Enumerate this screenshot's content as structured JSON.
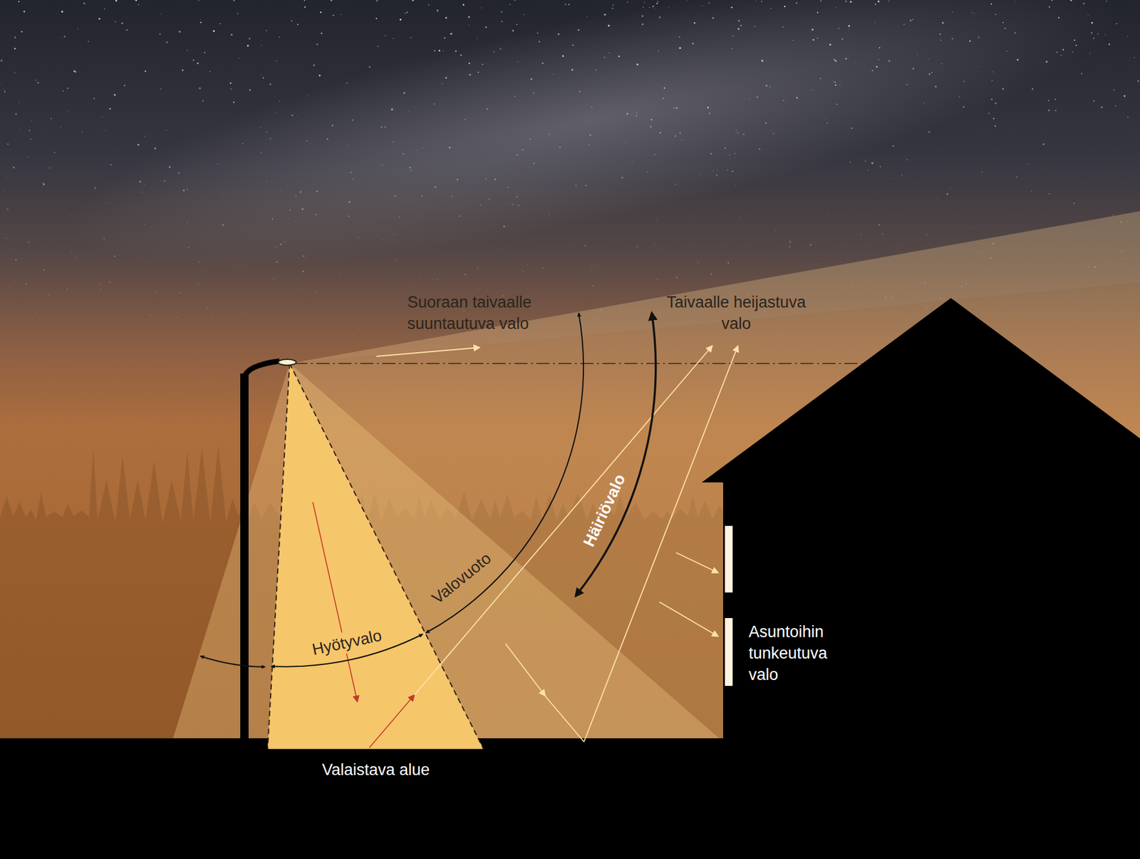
{
  "diagram": {
    "labels": [
      "Suoraan taivaalle suuntautuva valo",
      "Taivaalle heijastuva valo",
      "Häiriövalo",
      "Valovuoto",
      "Hyötyvalo",
      "Asuntoihin tunkeutuva valo",
      "Valaistava alue"
    ]
  }
}
